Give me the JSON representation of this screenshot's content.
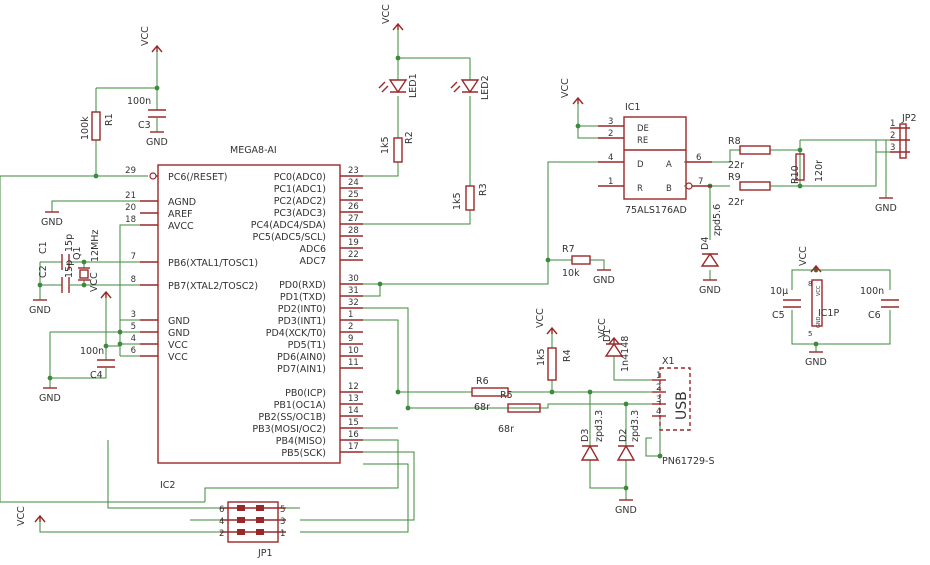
{
  "ic2": {
    "name": "MEGA8-AI",
    "ref": "IC2",
    "left_pins": [
      {
        "num": "29",
        "name": "PC6(/RESET)"
      },
      {
        "num": "21",
        "name": "AGND"
      },
      {
        "num": "20",
        "name": "AREF"
      },
      {
        "num": "18",
        "name": "AVCC"
      },
      {
        "num": "7",
        "name": "PB6(XTAL1/TOSC1)"
      },
      {
        "num": "8",
        "name": "PB7(XTAL2/TOSC2)"
      },
      {
        "num": "3",
        "name": "GND"
      },
      {
        "num": "5",
        "name": "GND"
      },
      {
        "num": "4",
        "name": "VCC"
      },
      {
        "num": "6",
        "name": "VCC"
      }
    ],
    "right_pins": [
      {
        "num": "23",
        "name": "PC0(ADC0)"
      },
      {
        "num": "24",
        "name": "PC1(ADC1)"
      },
      {
        "num": "25",
        "name": "PC2(ADC2)"
      },
      {
        "num": "26",
        "name": "PC3(ADC3)"
      },
      {
        "num": "27",
        "name": "PC4(ADC4/SDA)"
      },
      {
        "num": "28",
        "name": "PC5(ADC5/SCL)"
      },
      {
        "num": "19",
        "name": "ADC6"
      },
      {
        "num": "22",
        "name": "ADC7"
      },
      {
        "num": "30",
        "name": "PD0(RXD)"
      },
      {
        "num": "31",
        "name": "PD1(TXD)"
      },
      {
        "num": "32",
        "name": "PD2(INT0)"
      },
      {
        "num": "1",
        "name": "PD3(INT1)"
      },
      {
        "num": "2",
        "name": "PD4(XCK/T0)"
      },
      {
        "num": "9",
        "name": "PD5(T1)"
      },
      {
        "num": "10",
        "name": "PD6(AIN0)"
      },
      {
        "num": "11",
        "name": "PD7(AIN1)"
      },
      {
        "num": "12",
        "name": "PB0(ICP)"
      },
      {
        "num": "13",
        "name": "PB1(OC1A)"
      },
      {
        "num": "14",
        "name": "PB2(SS/OC1B)"
      },
      {
        "num": "15",
        "name": "PB3(MOSI/OC2)"
      },
      {
        "num": "16",
        "name": "PB4(MISO)"
      },
      {
        "num": "17",
        "name": "PB5(SCK)"
      }
    ]
  },
  "ic1": {
    "name": "75ALS176AD",
    "ref": "IC1",
    "pin_labels": [
      "DE",
      "RE",
      "D",
      "R",
      "A",
      "B"
    ],
    "pin_nums": [
      "3",
      "2",
      "4",
      "1",
      "6",
      "7"
    ]
  },
  "power": {
    "vcc": "VCC",
    "gnd": "GND"
  },
  "components": {
    "r1": {
      "ref": "R1",
      "value": "100k"
    },
    "r2": {
      "ref": "R2",
      "value": "1k5"
    },
    "r3": {
      "ref": "R3",
      "value": "1k5"
    },
    "r4": {
      "ref": "R4",
      "value": "1k5"
    },
    "r5": {
      "ref": "R5",
      "value": "68r"
    },
    "r6": {
      "ref": "R6",
      "value": "68r"
    },
    "r7": {
      "ref": "R7",
      "value": "10k"
    },
    "r8": {
      "ref": "R8",
      "value": "22r"
    },
    "r9": {
      "ref": "R9",
      "value": "22r"
    },
    "r10": {
      "ref": "R10",
      "value": "120r"
    },
    "c1": {
      "ref": "C1",
      "value": "15p"
    },
    "c2": {
      "ref": "C2",
      "value": "15p"
    },
    "c3": {
      "ref": "C3",
      "value": "100n"
    },
    "c4": {
      "ref": "C4",
      "value": "100n"
    },
    "c5": {
      "ref": "C5",
      "value": "10µ"
    },
    "c6": {
      "ref": "C6",
      "value": "100n"
    },
    "q1": {
      "ref": "Q1",
      "value": "12MHz"
    },
    "led1": {
      "ref": "LED1"
    },
    "led2": {
      "ref": "LED2"
    },
    "d1": {
      "ref": "D1",
      "value": "1n4148"
    },
    "d2": {
      "ref": "D2",
      "value": "zpd3.3"
    },
    "d3": {
      "ref": "D3",
      "value": "zpd3.3"
    },
    "d4": {
      "ref": "D4",
      "value": "zpd5.6"
    },
    "ic1p": {
      "ref": "IC1P",
      "pin_top": "8",
      "pin_bottom": "5",
      "vcc_label": "VCC",
      "gnd_label": "GND"
    },
    "jp1": {
      "ref": "JP1",
      "pins": [
        "6",
        "4",
        "2",
        "5",
        "3",
        "1"
      ]
    },
    "jp2": {
      "ref": "JP2",
      "pins": [
        "1",
        "2",
        "3"
      ]
    },
    "x1": {
      "ref": "X1",
      "label": "USB",
      "part": "PN61729-S",
      "pins": [
        "1",
        "2",
        "3",
        "4"
      ]
    }
  }
}
